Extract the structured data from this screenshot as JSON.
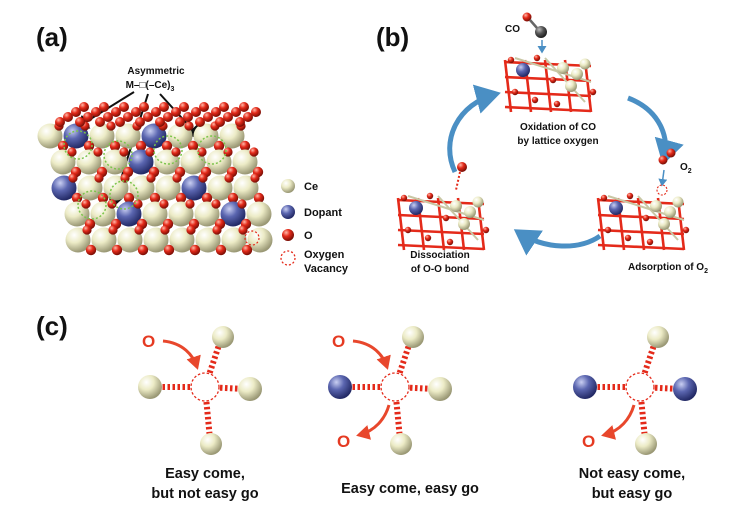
{
  "panels": {
    "a": {
      "label": "(a)",
      "annotation_line1": "Asymmetric",
      "annotation_line2": "M–□(–Ce)",
      "annotation_sub": "3",
      "legend": [
        {
          "key": "ce",
          "label": "Ce",
          "color": "#ecebc6"
        },
        {
          "key": "dopant",
          "label": "Dopant",
          "color": "#5b66b0"
        },
        {
          "key": "o",
          "label": "O",
          "color": "#e42a1a"
        },
        {
          "key": "vacancy",
          "label_line1": "Oxygen",
          "label_line2": "Vacancy",
          "color": "#e42a1a"
        }
      ]
    },
    "b": {
      "label": "(b)",
      "co_label": "CO",
      "top_caption_line1": "Oxidation of CO",
      "top_caption_line2": "by lattice oxygen",
      "o2_label": "O",
      "o2_sub": "2",
      "left_caption_line1": "Dissociation",
      "left_caption_line2": "of O-O bond",
      "right_caption": "Adsorption of O",
      "right_caption_sub": "2"
    },
    "c": {
      "label": "(c)",
      "o_symbol": "O",
      "motifs": [
        {
          "caption_line1": "Easy come,",
          "caption_line2": "but not easy go",
          "has_in": true,
          "has_out": false,
          "dopants": 0
        },
        {
          "caption_line1": "Easy come, easy go",
          "caption_line2": "",
          "has_in": true,
          "has_out": true,
          "dopants": 1
        },
        {
          "caption_line1": "Not easy come,",
          "caption_line2": "but easy go",
          "has_in": false,
          "has_out": true,
          "dopants": 2
        }
      ]
    }
  },
  "colors": {
    "ce": "#ecebc6",
    "dopant": "#5b66b0",
    "oxygen": "#e42a1a",
    "arrow_blue": "#4a8fc4",
    "arrow_red": "#e8472c"
  }
}
